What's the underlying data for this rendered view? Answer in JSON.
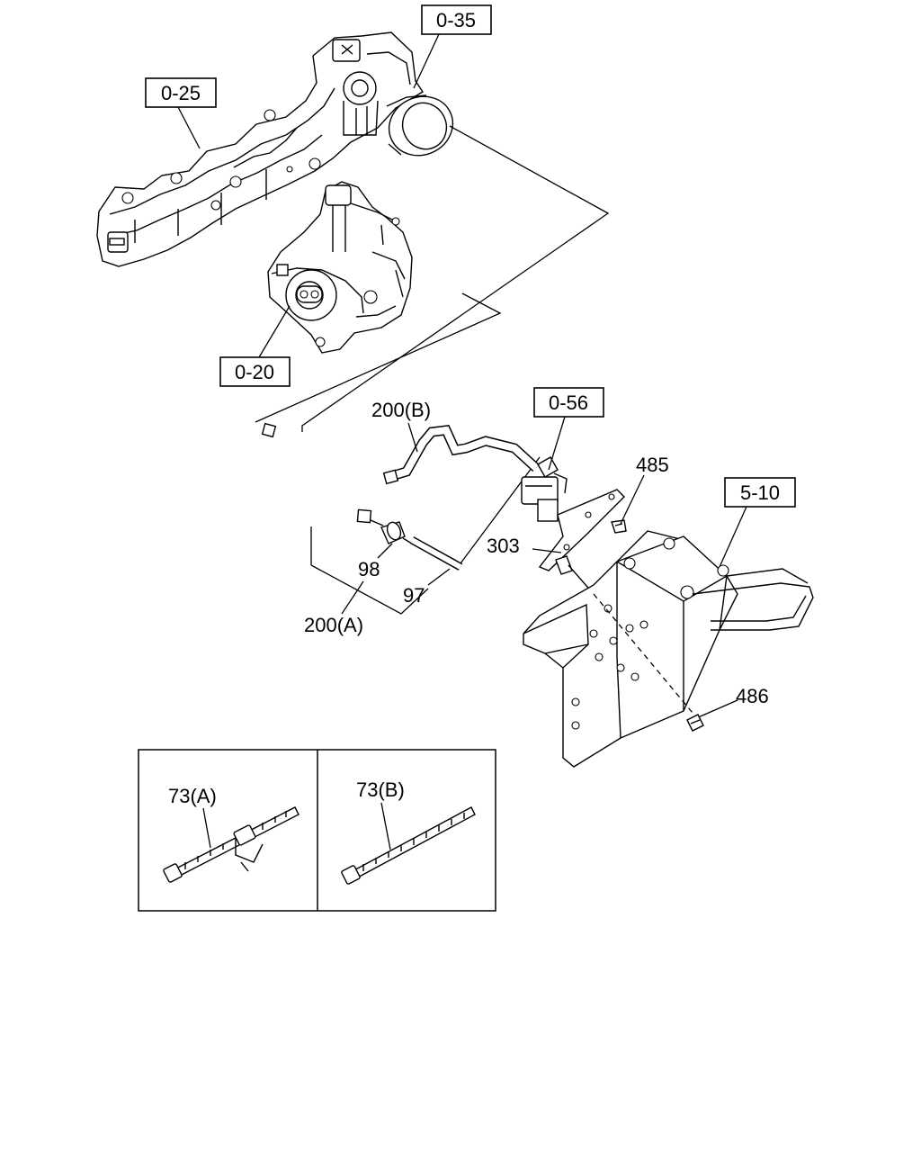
{
  "refs": {
    "r035": "0-35",
    "r025": "0-25",
    "r020": "0-20",
    "r056": "0-56",
    "r510": "5-10"
  },
  "labels": {
    "p200b": "200(B)",
    "p485": "485",
    "p303": "303",
    "p98": "98",
    "p97": "97",
    "p200a": "200(A)",
    "p486": "486",
    "p73a": "73(A)",
    "p73b": "73(B)"
  }
}
